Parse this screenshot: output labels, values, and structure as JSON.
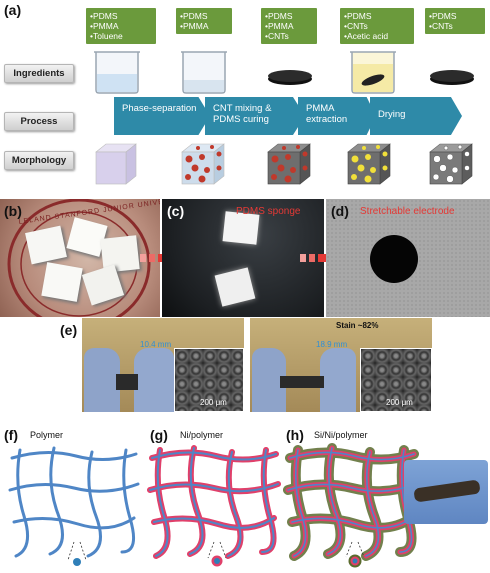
{
  "panels": {
    "a": "(a)",
    "b": "(b)",
    "c": "(c)",
    "d": "(d)",
    "e": "(e)",
    "f": "(f)",
    "g": "(g)",
    "h": "(h)"
  },
  "ingredients": [
    [
      "PDMS",
      "PMMA",
      "Toluene"
    ],
    [
      "PDMS",
      "PMMA"
    ],
    [
      "PDMS",
      "PMMA",
      "CNTs"
    ],
    [
      "PDMS",
      "CNTs",
      "Acetic acid"
    ],
    [
      "PDMS",
      "CNTs"
    ]
  ],
  "row_labels": {
    "ingredients": "Ingredients",
    "process": "Process",
    "morphology": "Morphology"
  },
  "process_steps": [
    "Phase-separation",
    "CNT mixing & PDMS curing",
    "PMMA extraction",
    "Drying"
  ],
  "photo_labels": {
    "seal_text": "LELAND STANFORD JUNIOR UNIVERSITY",
    "sponge": "PDMS sponge",
    "electrode": "Stretchable electrode"
  },
  "stretch": {
    "length_1": "10.4 mm",
    "length_2": "18.9 mm",
    "strain": "Stain ~82%",
    "scale_1": "200 μm",
    "scale_2": "200 μm"
  },
  "network_labels": {
    "f": "Polymer",
    "g": "Ni/polymer",
    "h": "Si/Ni/polymer"
  },
  "colors": {
    "ingredient_box": "#6b9a3c",
    "process_arrow": "#2e8aa8",
    "pmma_particle": "#c0392b",
    "acetic_particle": "#f1e03a",
    "polymer_fiber": "#4f86c6",
    "nickel_coating": "#e0406a",
    "silicon_coating": "#5a6b2e"
  }
}
